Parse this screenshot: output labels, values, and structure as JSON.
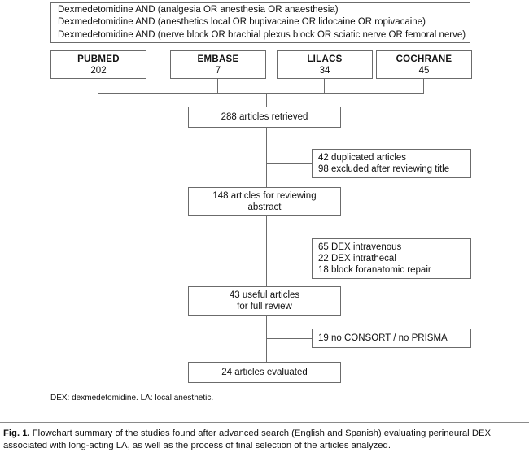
{
  "figure": {
    "query_box": {
      "lines": [
        "Dexmedetomidine AND (analgesia OR anesthesia OR anaesthesia)",
        "Dexmedetomidine AND (anesthetics local OR bupivacaine OR lidocaine OR ropivacaine)",
        "Dexmedetomidine AND (nerve block OR brachial plexus block OR sciatic nerve OR femoral nerve)"
      ]
    },
    "databases": [
      {
        "name": "PUBMED",
        "count": "202"
      },
      {
        "name": "EMBASE",
        "count": "7"
      },
      {
        "name": "LILACS",
        "count": "34"
      },
      {
        "name": "COCHRANE",
        "count": "45"
      }
    ],
    "main_steps": [
      {
        "line1": "288 articles retrieved",
        "line2": ""
      },
      {
        "line1": "148 articles for reviewing",
        "line2": "abstract"
      },
      {
        "line1": "43 useful articles",
        "line2": "for full review"
      },
      {
        "line1": "24 articles evaluated",
        "line2": ""
      }
    ],
    "exclusions": [
      {
        "lines": [
          "42 duplicated articles",
          "98 excluded after reviewing title"
        ]
      },
      {
        "lines": [
          "65 DEX intravenous",
          "22 DEX intrathecal",
          "18 block foranatomic repair"
        ]
      },
      {
        "lines": [
          "19 no CONSORT / no PRISMA"
        ]
      }
    ],
    "footnote": "DEX: dexmedetomidine. LA: local anesthetic."
  },
  "caption": {
    "label": "Fig. 1.",
    "text": "Flowchart summary of the studies found after advanced search (English and Spanish) evaluating perineural DEX associated with long-acting LA, as well as the process of final selection of the articles analyzed."
  },
  "colors": {
    "box_border": "#6b6b6b",
    "text": "#111111",
    "background": "#ffffff"
  }
}
